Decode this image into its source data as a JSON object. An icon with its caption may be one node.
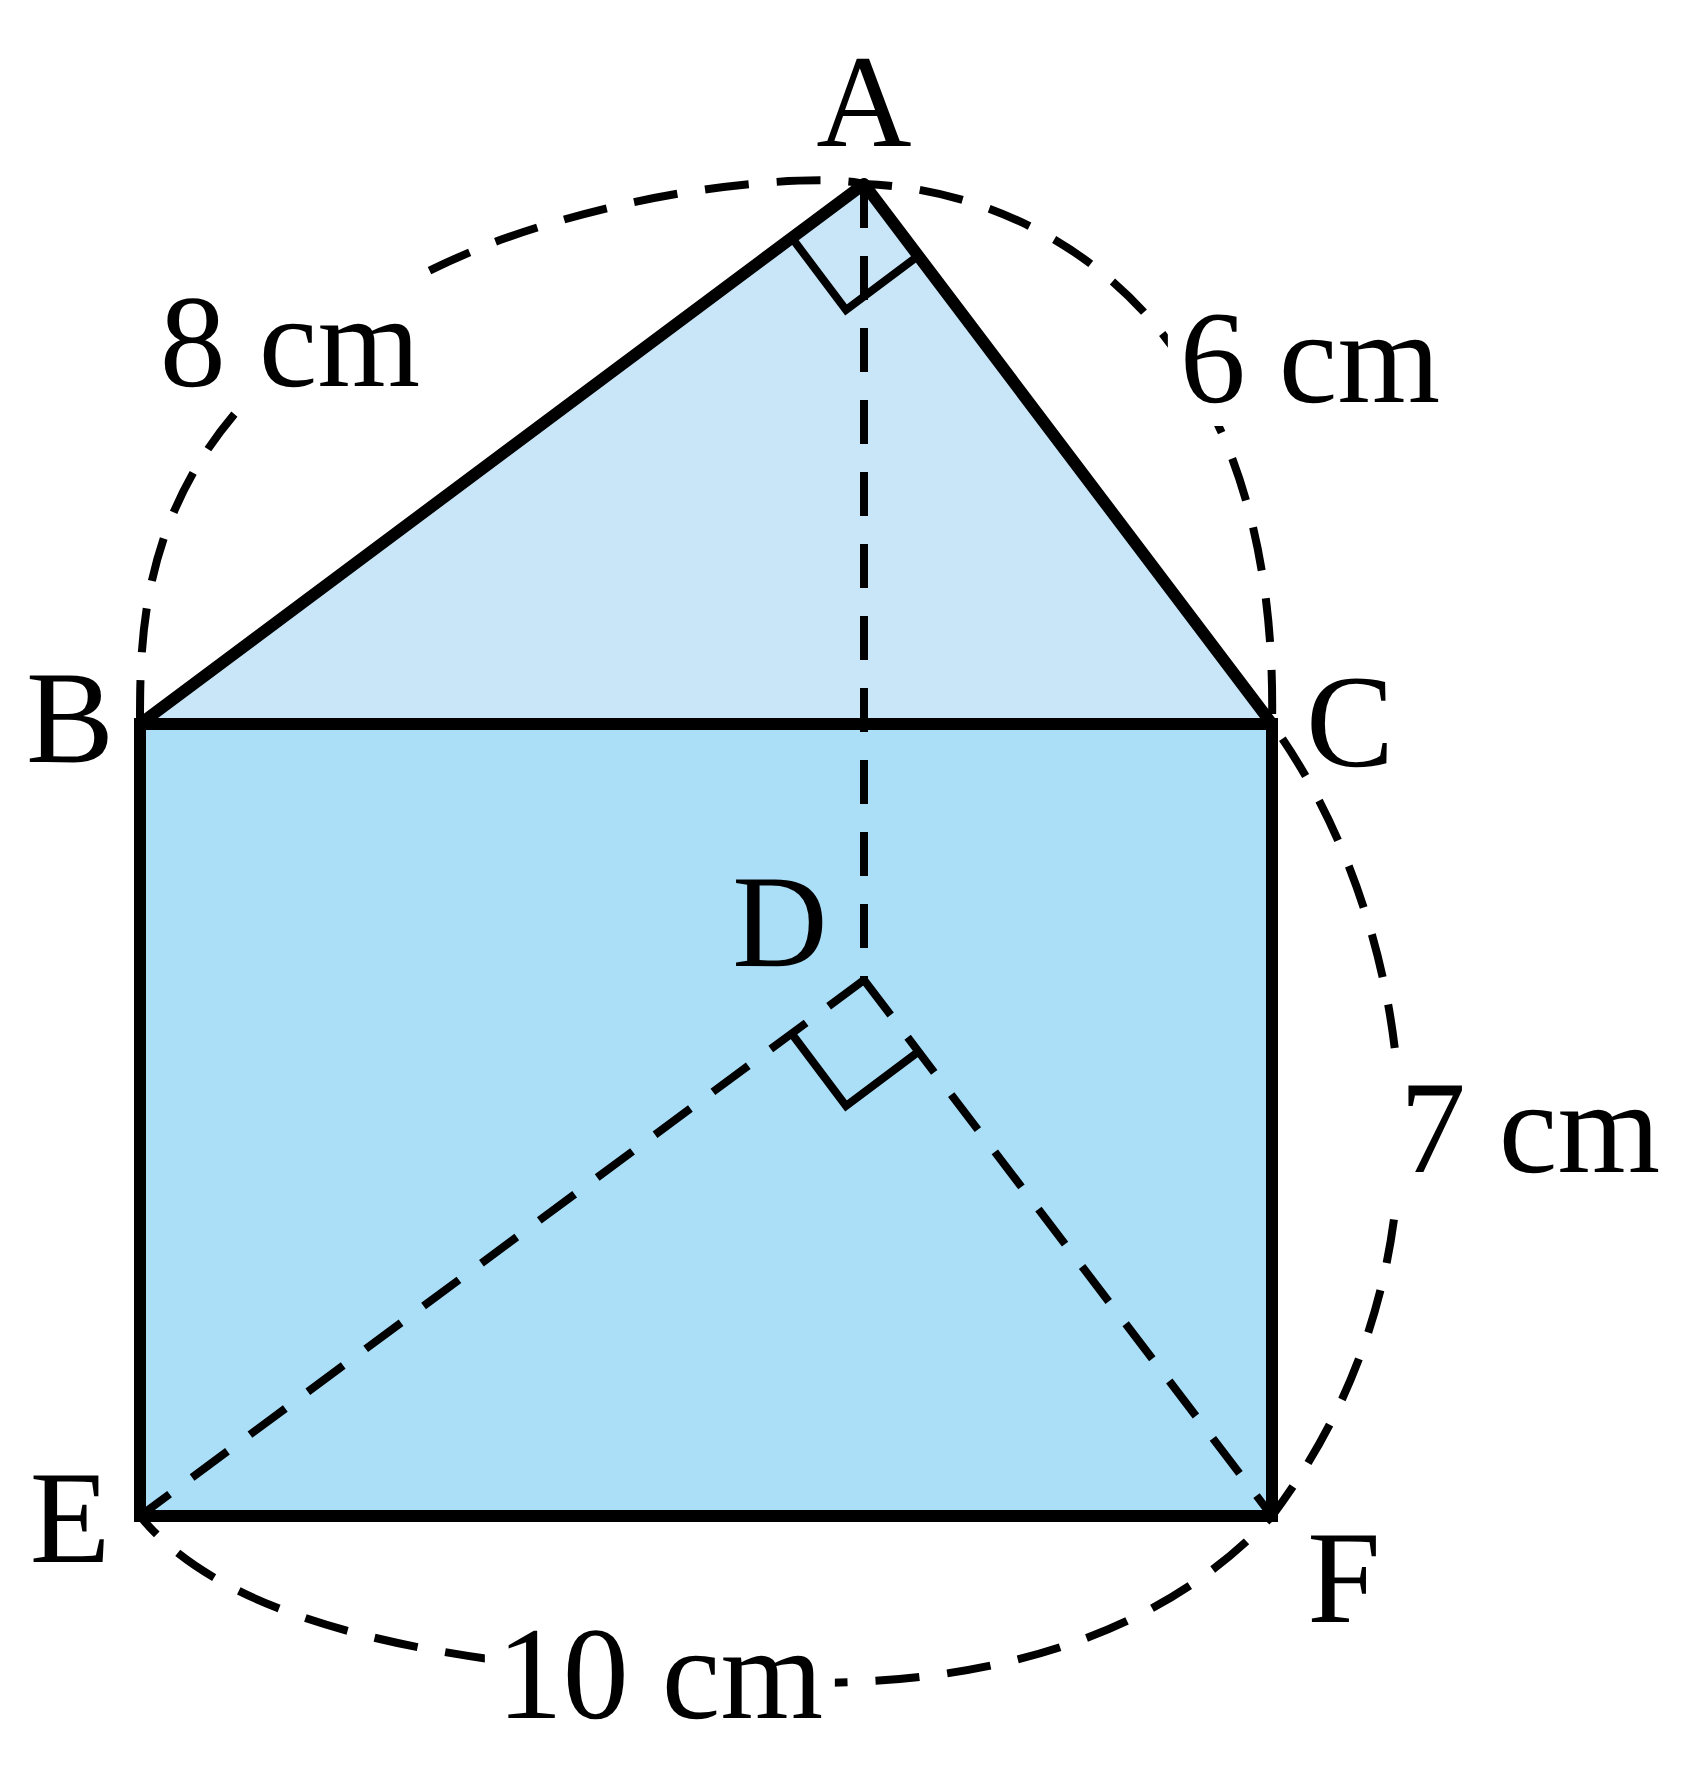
{
  "diagram": {
    "labels": [
      "A",
      "8 cm",
      "6 cm",
      "B",
      "C",
      "D",
      "7 cm",
      "E",
      "F",
      "10 cm"
    ]
  }
}
